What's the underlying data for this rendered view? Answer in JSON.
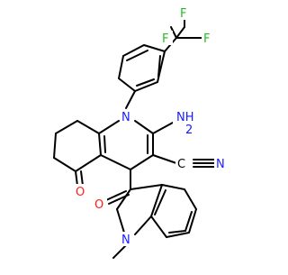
{
  "atoms": {
    "f_top": "F",
    "f_right": "F",
    "f_left": "F",
    "n_ring": "N",
    "nh2_n": "NH",
    "nh2_sub": "2",
    "cn_n": "N",
    "c_nitrile": "C",
    "o_ketone": "O",
    "o_lactam": "O",
    "n_indole": "N"
  },
  "colors": {
    "bond": "#000000",
    "nitrogen": "#1a1aff",
    "oxygen": "#ff1a1a",
    "fluorine": "#22bb22",
    "carbon_label": "#000000"
  }
}
